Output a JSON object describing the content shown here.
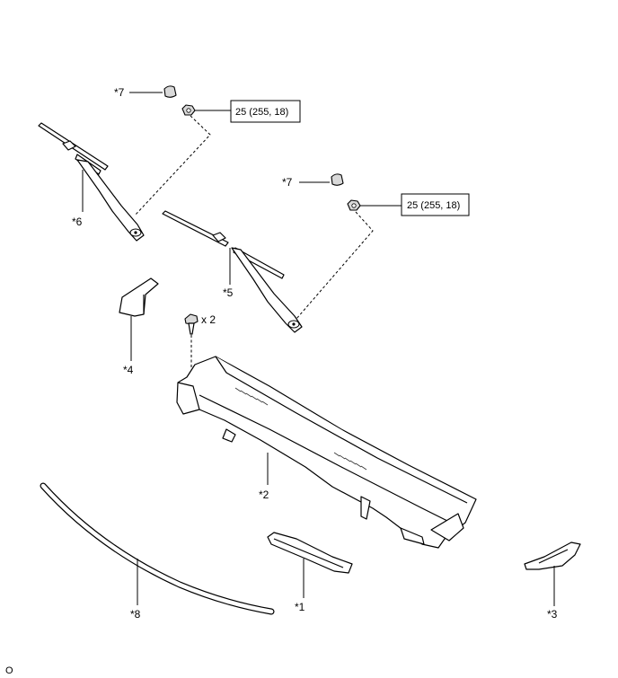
{
  "callouts": {
    "part1": "*1",
    "part2": "*2",
    "part3": "*3",
    "part4": "*4",
    "part5": "*5",
    "part6": "*6",
    "part7a": "*7",
    "part7b": "*7",
    "part8": "*8"
  },
  "torque_specs": {
    "left_nut": "25 (255, 18)",
    "right_nut": "25 (255, 18)"
  },
  "clip_quantity": "x 2",
  "figure_code": "O"
}
